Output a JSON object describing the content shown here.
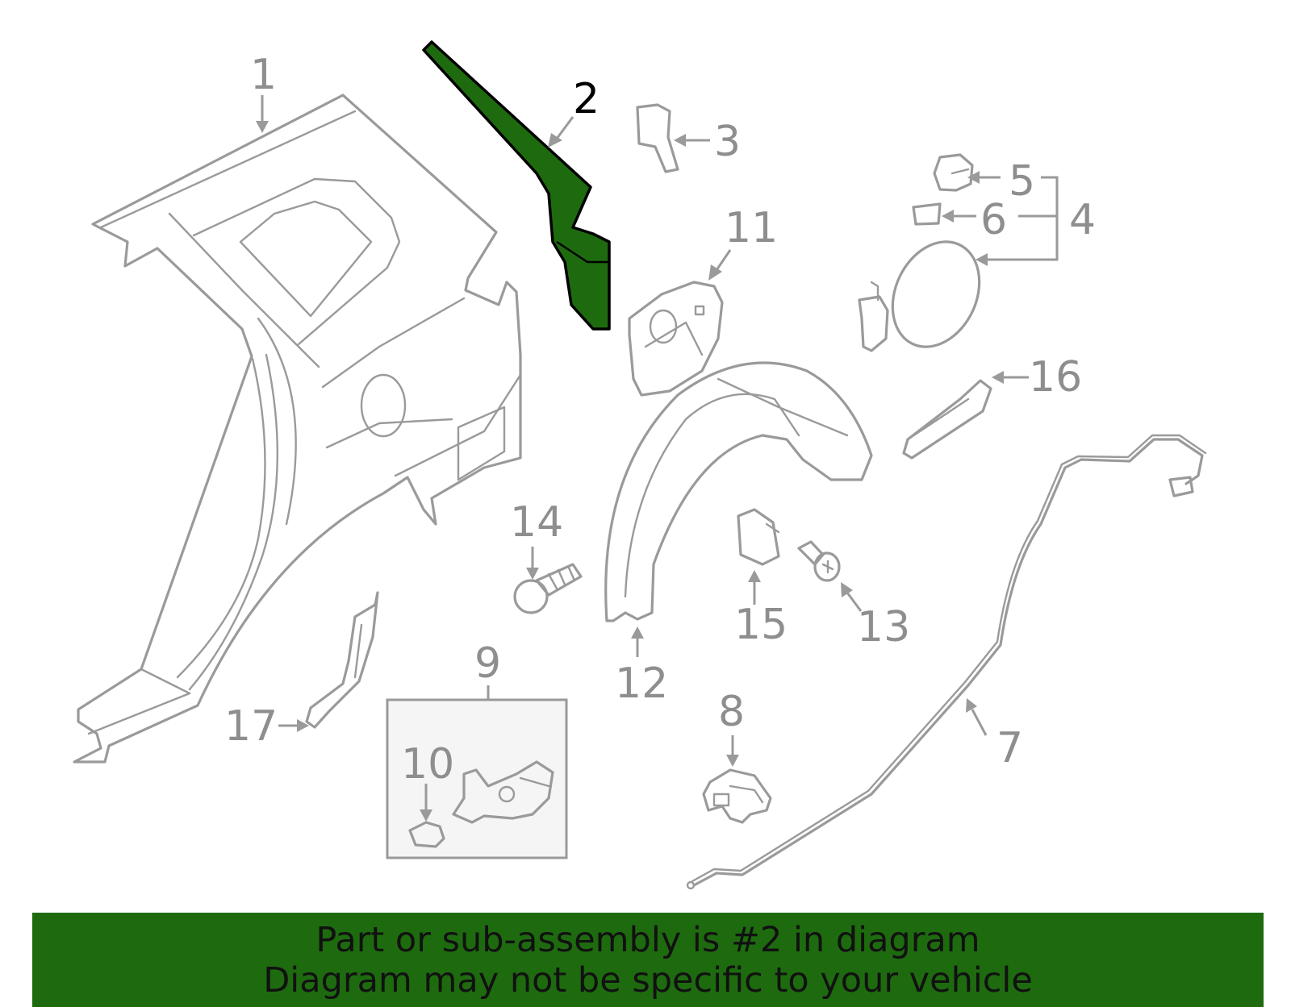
{
  "highlight_color": "#1e6b0f",
  "highlighted_callout": "2",
  "callouts": {
    "c1": "1",
    "c2": "2",
    "c3": "3",
    "c4": "4",
    "c5": "5",
    "c6": "6",
    "c7": "7",
    "c8": "8",
    "c9": "9",
    "c10": "10",
    "c11": "11",
    "c12": "12",
    "c13": "13",
    "c14": "14",
    "c15": "15",
    "c16": "16",
    "c17": "17"
  },
  "banner": {
    "line1": "Part or sub-assembly is #2 in diagram",
    "line2": "Diagram may not be specific to your vehicle"
  }
}
